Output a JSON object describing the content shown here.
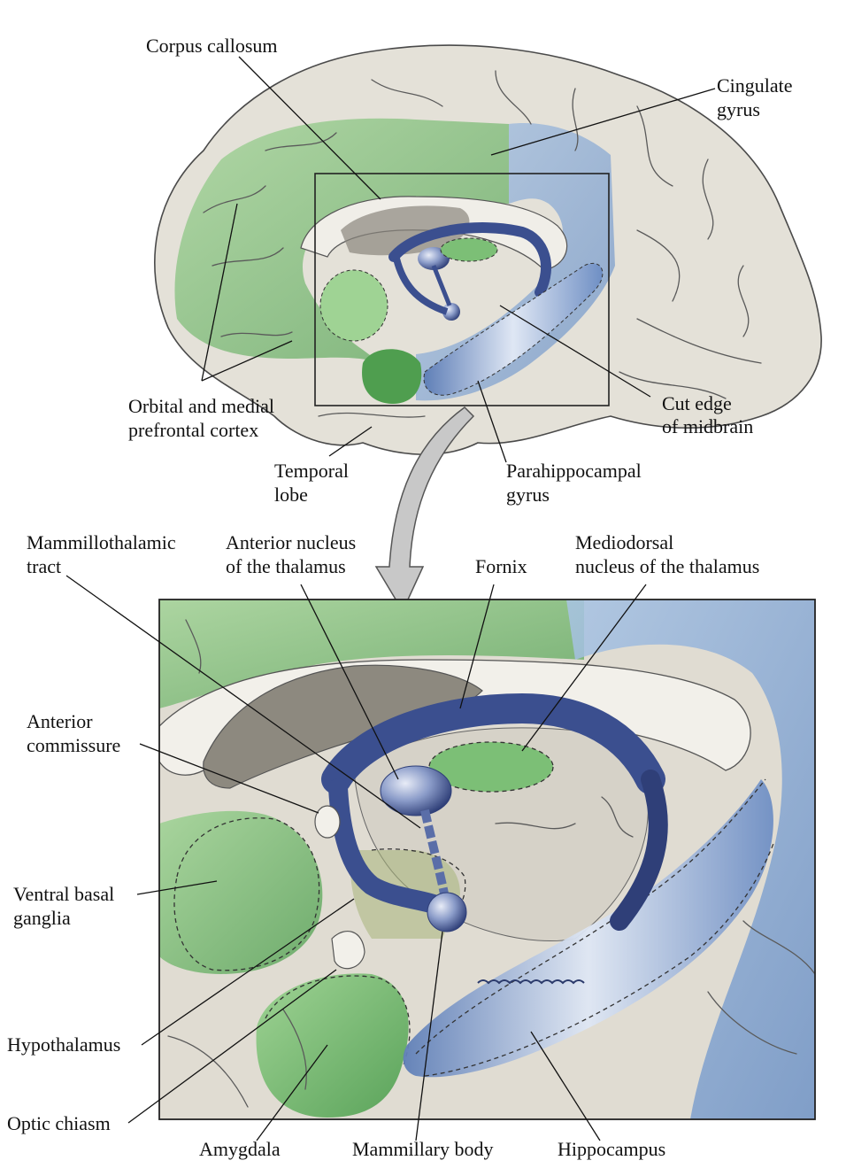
{
  "figure": {
    "labels": {
      "corpus_callosum": "Corpus callosum",
      "cingulate_gyrus_1": "Cingulate",
      "cingulate_gyrus_2": "gyrus",
      "orbital_medial_1": "Orbital and medial",
      "orbital_medial_2": "prefrontal cortex",
      "cut_edge_1": "Cut edge",
      "cut_edge_2": "of midbrain",
      "temporal_lobe_1": "Temporal",
      "temporal_lobe_2": "lobe",
      "parahippocampal_1": "Parahippocampal",
      "parahippocampal_2": "gyrus",
      "mammillothalamic_1": "Mammillothalamic",
      "mammillothalamic_2": "tract",
      "anterior_nucleus_1": "Anterior nucleus",
      "anterior_nucleus_2": "of the thalamus",
      "fornix": "Fornix",
      "mediodorsal_1": "Mediodorsal",
      "mediodorsal_2": "nucleus of the thalamus",
      "anterior_commissure_1": "Anterior",
      "anterior_commissure_2": "commissure",
      "ventral_basal_ganglia_1": "Ventral basal",
      "ventral_basal_ganglia_2": "ganglia",
      "hypothalamus": "Hypothalamus",
      "optic_chiasm": "Optic chiasm",
      "amygdala": "Amygdala",
      "mammillary_body": "Mammillary body",
      "hippocampus": "Hippocampus"
    },
    "colors": {
      "brain": "#e4e1d8",
      "green_region": "#86c47e",
      "blue_region": "#8fb0d6",
      "fornix": "#3b4f8f",
      "background": "#ffffff"
    }
  }
}
